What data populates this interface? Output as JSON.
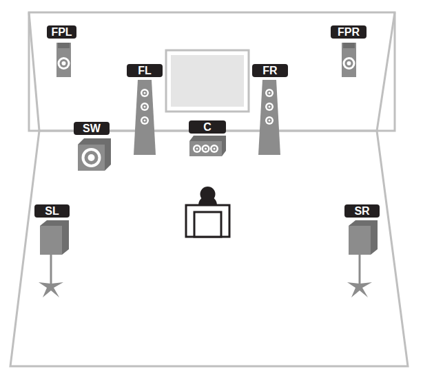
{
  "diagram": {
    "nodes": [
      {
        "text": [
          "FPL"
        ]
      },
      {
        "text": [
          "FPR"
        ]
      },
      {
        "text": [
          "FL"
        ]
      },
      {
        "text": [
          "FR"
        ]
      },
      {
        "text": [
          "SW"
        ]
      },
      {
        "text": [
          "C"
        ]
      },
      {
        "text": [
          "SL"
        ]
      },
      {
        "text": [
          "SR"
        ]
      }
    ]
  }
}
